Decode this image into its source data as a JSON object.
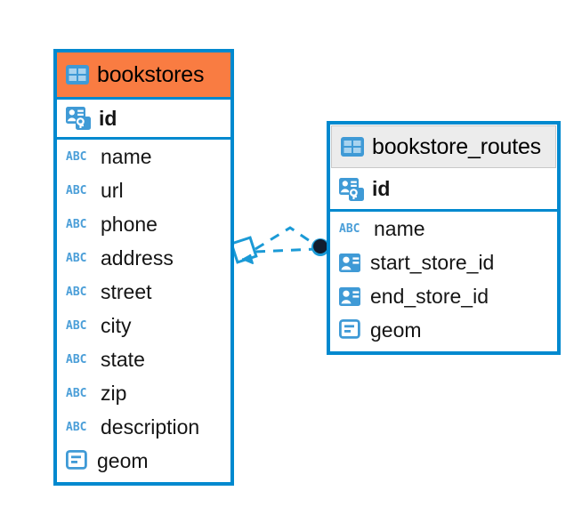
{
  "diagram": {
    "type": "entity-relationship-diagram",
    "colors": {
      "entity_border": "#0089cf",
      "header_accent": "#f97c42",
      "header_plain": "#ececec",
      "icon_blue": "#3f9ad6",
      "relation_line": "#1b9ad6",
      "relation_endpoint_dark": "#0f1b2e",
      "background": "#ffffff"
    },
    "entities": [
      {
        "id": "bookstores",
        "name": "bookstores",
        "header_icon": "table-icon",
        "selected": true,
        "fields": [
          {
            "name": "id",
            "icon": "primary-key-icon",
            "key": "primary"
          },
          {
            "name": "name",
            "icon": "abc-text-icon",
            "key": "none"
          },
          {
            "name": "url",
            "icon": "abc-text-icon",
            "key": "none"
          },
          {
            "name": "phone",
            "icon": "abc-text-icon",
            "key": "none"
          },
          {
            "name": "address",
            "icon": "abc-text-icon",
            "key": "none"
          },
          {
            "name": "street",
            "icon": "abc-text-icon",
            "key": "none"
          },
          {
            "name": "city",
            "icon": "abc-text-icon",
            "key": "none"
          },
          {
            "name": "state",
            "icon": "abc-text-icon",
            "key": "none"
          },
          {
            "name": "zip",
            "icon": "abc-text-icon",
            "key": "none"
          },
          {
            "name": "description",
            "icon": "abc-text-icon",
            "key": "none"
          },
          {
            "name": "geom",
            "icon": "geometry-icon",
            "key": "none"
          }
        ]
      },
      {
        "id": "bookstore_routes",
        "name": "bookstore_routes",
        "header_icon": "table-icon",
        "selected": false,
        "fields": [
          {
            "name": "id",
            "icon": "primary-key-icon",
            "key": "primary"
          },
          {
            "name": "name",
            "icon": "abc-text-icon",
            "key": "none"
          },
          {
            "name": "start_store_id",
            "icon": "foreign-key-icon",
            "key": "foreign"
          },
          {
            "name": "end_store_id",
            "icon": "foreign-key-icon",
            "key": "foreign"
          },
          {
            "name": "geom",
            "icon": "geometry-icon",
            "key": "none"
          }
        ]
      }
    ],
    "relationship": {
      "label": "",
      "style": "dashed",
      "source_entity": "bookstores",
      "target_entity": "bookstore_routes",
      "source_endpoint": "diamond-marker",
      "target_endpoint": "filled-circle-marker",
      "branch_count": 2
    },
    "icon_glyphs": {
      "abc-text-icon": "ABC"
    }
  }
}
